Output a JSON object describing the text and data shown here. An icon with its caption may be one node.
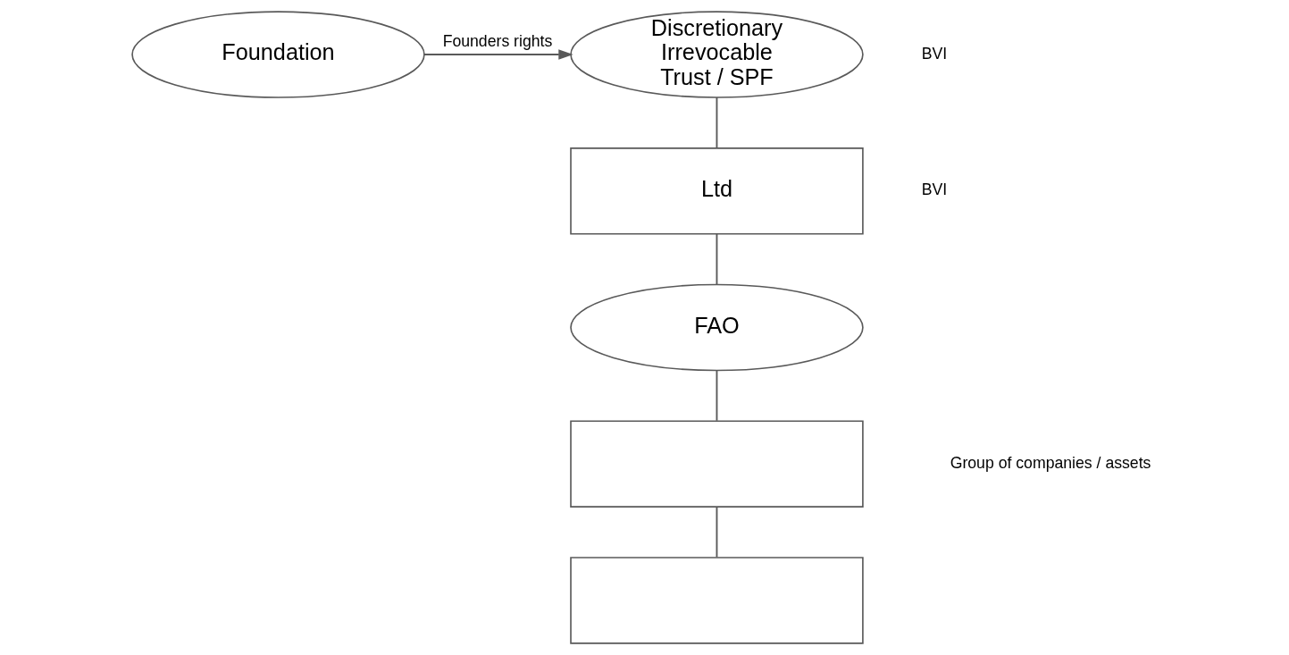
{
  "diagram": {
    "nodes": [
      {
        "text": [
          "Foundation"
        ]
      },
      {
        "text": [
          "Discretionary Irrevocable Trust / SPF"
        ],
        "beside": [
          "BVI"
        ]
      },
      {
        "text": [
          "Ltd"
        ],
        "beside": [
          "BVI"
        ]
      },
      {
        "text": [
          "FAO"
        ]
      },
      {
        "text": [],
        "shape": "box"
      },
      {
        "text": [],
        "shape": "box"
      }
    ],
    "edges": [
      {
        "from": 0,
        "to": 1,
        "arrow": "to",
        "label": "Founders rights"
      },
      {
        "from": 1,
        "to": 2,
        "arrow": "none"
      },
      {
        "from": 2,
        "to": 3,
        "arrow": "none"
      },
      {
        "from": 3,
        "to": 4,
        "arrow": "none"
      },
      {
        "from": 4,
        "to": 5,
        "arrow": "none"
      }
    ],
    "labels": [
      "Group of companies / assets"
    ]
  }
}
